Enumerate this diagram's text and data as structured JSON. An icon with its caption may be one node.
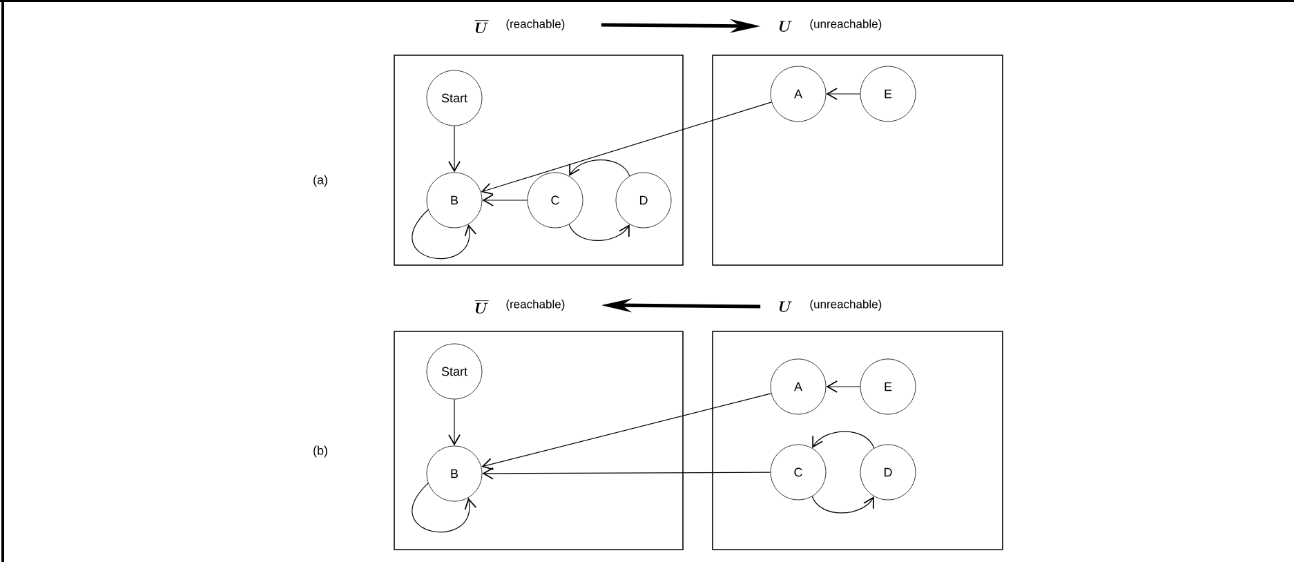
{
  "diagram": {
    "nodes": [
      {
        "text": [
          "\\overline{\\boldsymbol{U}}",
          "(reachable)"
        ]
      },
      {
        "text": [
          "Start"
        ],
        "in": 0
      },
      {
        "text": [
          "B"
        ],
        "in": 0
      },
      {
        "text": [
          "C"
        ],
        "in": 0
      },
      {
        "text": [
          "D"
        ],
        "in": 0
      },
      {
        "text": [
          "\\boldsymbol{U}",
          "(unreachable)"
        ]
      },
      {
        "text": [
          "A"
        ],
        "in": 5
      },
      {
        "text": [
          "E"
        ],
        "in": 5
      },
      {
        "text": [
          "\\overline{\\boldsymbol{U}}",
          "(reachable)"
        ]
      },
      {
        "text": [
          "Start"
        ],
        "in": 8
      },
      {
        "text": [
          "B"
        ],
        "in": 8
      },
      {
        "text": [
          "\\boldsymbol{U}",
          "(unreachable)"
        ]
      },
      {
        "text": [
          "A"
        ],
        "in": 11
      },
      {
        "text": [
          "E"
        ],
        "in": 11
      },
      {
        "text": [
          "C"
        ],
        "in": 11
      },
      {
        "text": [
          "D"
        ],
        "in": 11
      }
    ],
    "edges": [
      {
        "from": 0,
        "to": 5,
        "arrow": "to",
        "style": "thick"
      },
      {
        "from": 1,
        "to": 2,
        "arrow": "to"
      },
      {
        "from": 2,
        "to": 2,
        "arrow": "to"
      },
      {
        "from": 3,
        "to": 2,
        "arrow": "to"
      },
      {
        "from": 3,
        "to": 4,
        "arrow": "to"
      },
      {
        "from": 4,
        "to": 3,
        "arrow": "to"
      },
      {
        "from": 6,
        "to": 2,
        "arrow": "to"
      },
      {
        "from": 7,
        "to": 6,
        "arrow": "to"
      },
      {
        "from": 11,
        "to": 8,
        "arrow": "to",
        "style": "thick"
      },
      {
        "from": 9,
        "to": 10,
        "arrow": "to"
      },
      {
        "from": 10,
        "to": 10,
        "arrow": "to"
      },
      {
        "from": 12,
        "to": 10,
        "arrow": "to"
      },
      {
        "from": 13,
        "to": 12,
        "arrow": "to"
      },
      {
        "from": 14,
        "to": 10,
        "arrow": "to"
      },
      {
        "from": 14,
        "to": 15,
        "arrow": "to"
      },
      {
        "from": 15,
        "to": 14,
        "arrow": "to"
      }
    ],
    "labels": [
      "(a)",
      "(b)"
    ]
  }
}
